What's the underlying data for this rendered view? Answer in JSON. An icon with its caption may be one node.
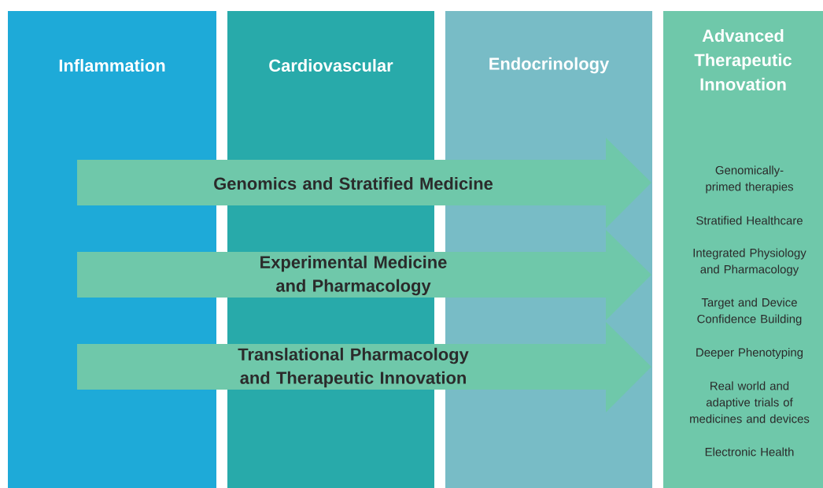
{
  "diagram": {
    "nodes": [
      {
        "text": [
          "Inflammation"
        ]
      },
      {
        "text": [
          "Cardiovascular"
        ]
      },
      {
        "text": [
          "Endocrinology"
        ]
      },
      {
        "text": [
          "Advanced Therapeutic Innovation",
          "Genomically-primed therapies",
          "Stratified Healthcare",
          "Integrated Physiology and Pharmacology",
          "Target and Device Confidence Building",
          "Deeper Phenotyping",
          "Real world and adaptive trials of medicines and devices",
          "Electronic Health"
        ]
      },
      {
        "text": [
          "Genomics and Stratified Medicine"
        ]
      },
      {
        "text": [
          "Experimental Medicine and Pharmacology"
        ]
      },
      {
        "text": [
          "Translational Pharmacology and Therapeutic Innovation"
        ]
      }
    ]
  }
}
